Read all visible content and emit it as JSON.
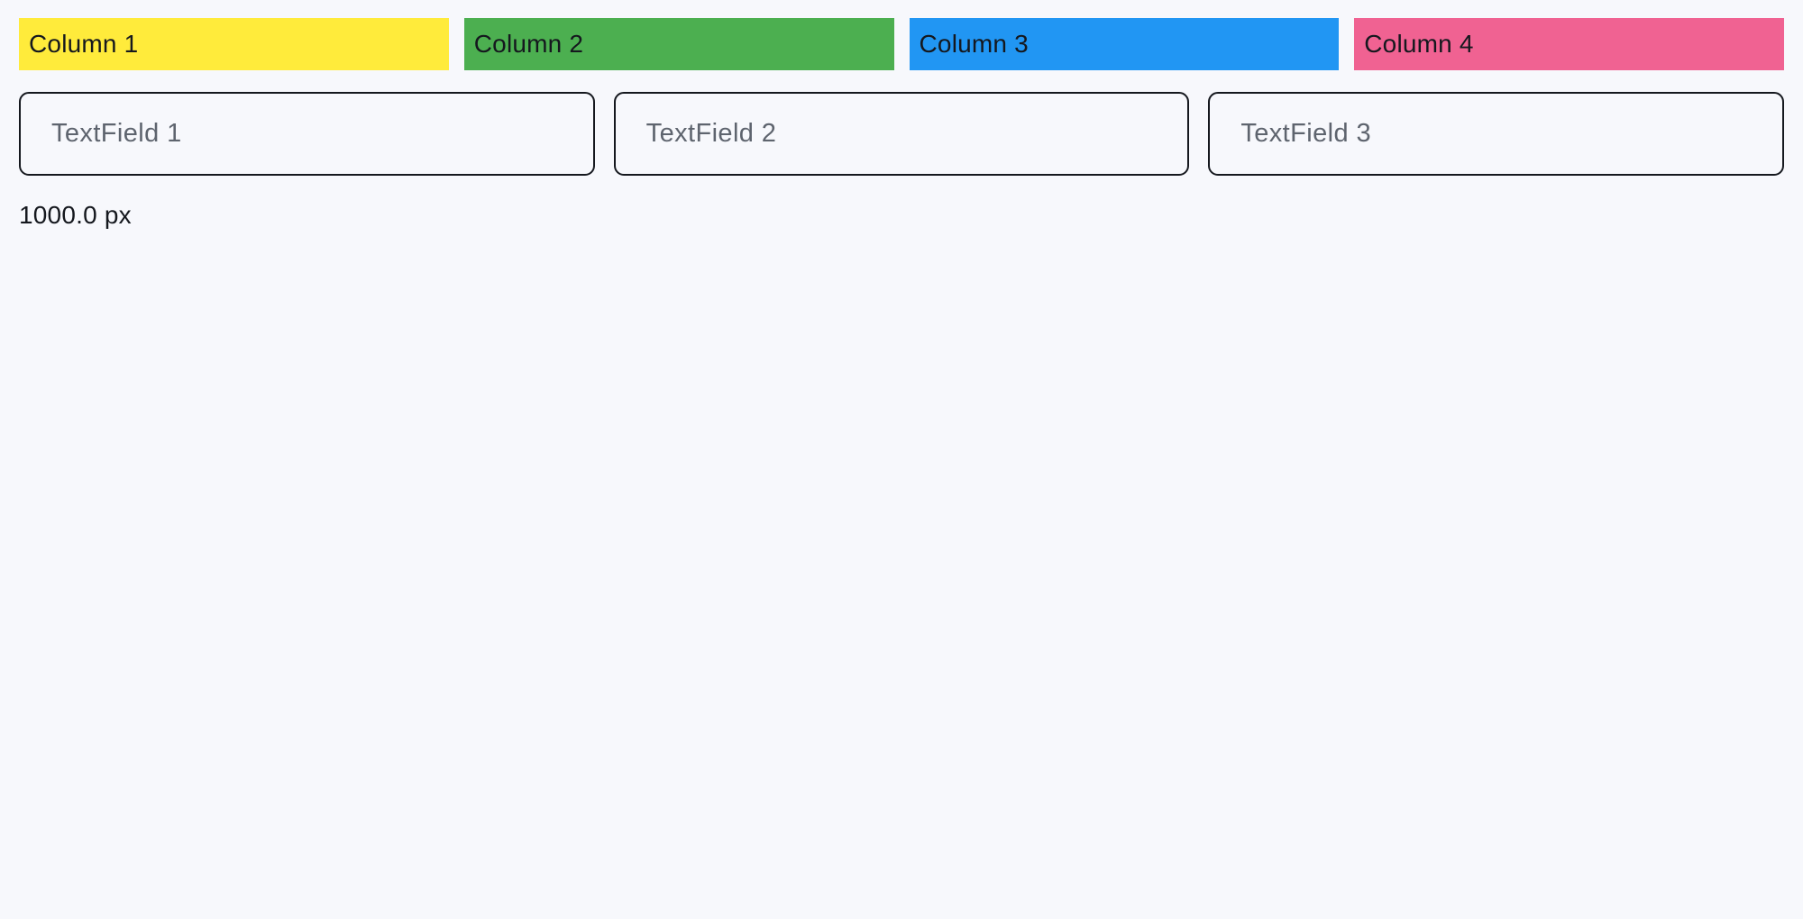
{
  "page": {
    "background": "#f7f8fc",
    "width_label": "1000.0 px"
  },
  "header": {
    "text_color": "#15181e",
    "columns": [
      {
        "label": "Column 1",
        "color": "#ffeb3b"
      },
      {
        "label": "Column 2",
        "color": "#4caf50"
      },
      {
        "label": "Column 3",
        "color": "#2196f3"
      },
      {
        "label": "Column 4",
        "color": "#f06292"
      }
    ]
  },
  "textfields": [
    {
      "placeholder": "TextField 1",
      "value": ""
    },
    {
      "placeholder": "TextField 2",
      "value": ""
    },
    {
      "placeholder": "TextField 3",
      "value": ""
    }
  ]
}
